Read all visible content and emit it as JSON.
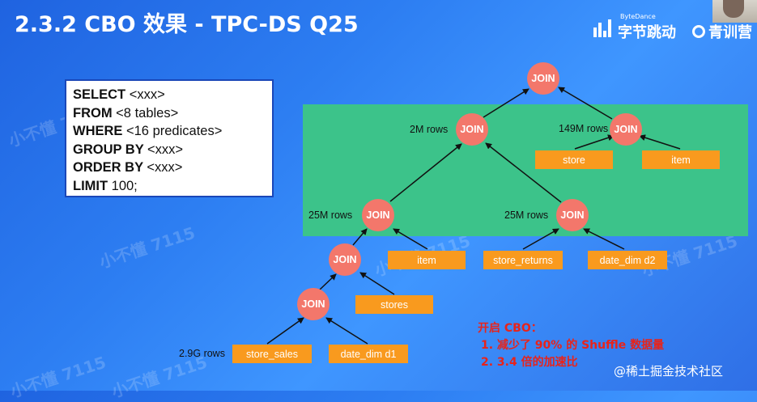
{
  "title": "2.3.2 CBO 效果 - TPC-DS Q25",
  "header": {
    "brand_small": "ByteDance",
    "brand_main": "字节跳动",
    "brand2": "青训营"
  },
  "sql": {
    "lines": [
      {
        "kw": "SELECT ",
        "rest": "<xxx>"
      },
      {
        "kw": "FROM ",
        "rest": "<8 tables>"
      },
      {
        "kw": "WHERE ",
        "rest": "<16 predicates>"
      },
      {
        "kw": "GROUP BY ",
        "rest": "<xxx>"
      },
      {
        "kw": "ORDER BY ",
        "rest": "<xxx>"
      },
      {
        "kw": "LIMIT ",
        "rest": "100;"
      }
    ]
  },
  "plan": {
    "join_label": "JOIN",
    "tables": {
      "store": "store",
      "item_top": "item",
      "item_mid": "item",
      "store_returns": "store_returns",
      "date_dim_d2": "date_dim d2",
      "stores": "stores",
      "store_sales": "store_sales",
      "date_dim_d1": "date_dim d1"
    },
    "rows": {
      "r2m": "2M rows",
      "r149m": "149M rows",
      "r25m_left": "25M rows",
      "r25m_right": "25M rows",
      "r29g": "2.9G rows"
    }
  },
  "result": {
    "heading": "开启 CBO：",
    "items": [
      "1.  减少了 90% 的 Shuffle 数据量",
      "2.  3.4 倍的加速比"
    ]
  },
  "watermarks": [
    "小不懂 7115",
    "小不懂 7115",
    "小不懂 7115",
    "小不懂 7115",
    "小不懂 7115",
    "小不懂 7115"
  ],
  "credit": "@稀土掘金技术社区"
}
